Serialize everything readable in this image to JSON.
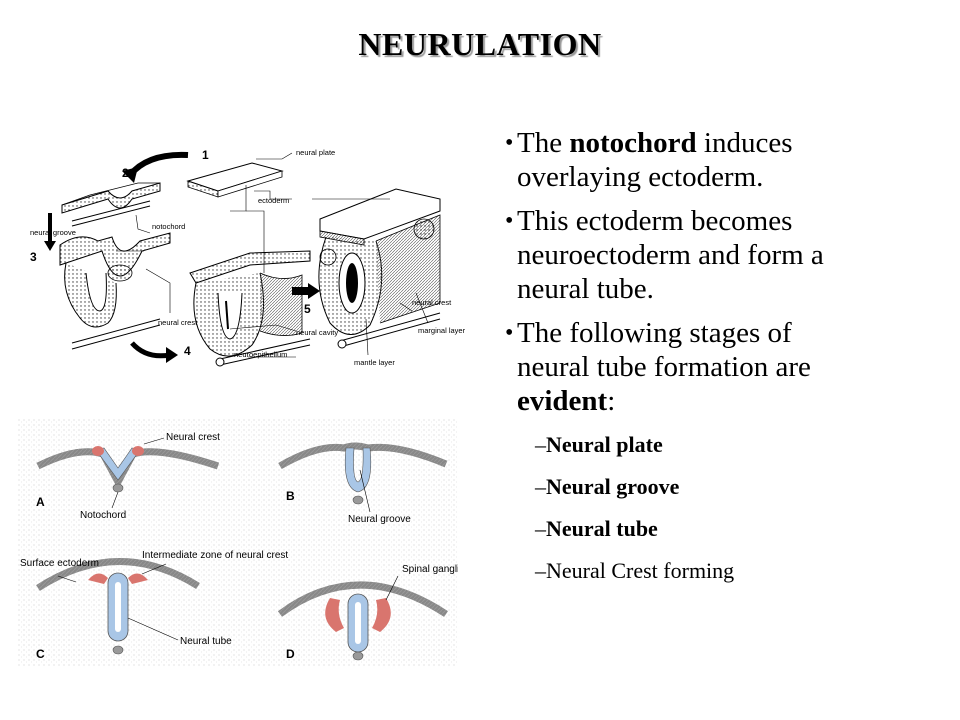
{
  "title": "NEURULATION",
  "figure_top": {
    "numbers": [
      "1",
      "2",
      "3",
      "4",
      "5"
    ],
    "labels": {
      "neural_plate": "neural plate",
      "ectoderm": "ectoderm",
      "notochord": "notochord",
      "neural_groove": "neural groove",
      "neural_crest_left": "neural crest",
      "neural_cavity": "neural cavity",
      "neuroepithelium": "neuroepithelium",
      "mantle_layer": "mantle layer",
      "neural_crest_right": "neural crest",
      "marginal_layer": "marginal layer"
    }
  },
  "figure_bottom": {
    "panels": {
      "a": {
        "letter": "A",
        "label_crest": "Neural crest",
        "label_notochord": "Notochord"
      },
      "b": {
        "letter": "B",
        "label_groove": "Neural groove"
      },
      "c": {
        "letter": "C",
        "label_surface": "Surface ectoderm",
        "label_zone": "Intermediate zone of neural crest",
        "label_tube": "Neural tube"
      },
      "d": {
        "letter": "D",
        "label_ganglion": "Spinal ganglion"
      }
    }
  },
  "bullets": {
    "b1_pre": "The ",
    "b1_bold": "notochord",
    "b1_post": " induces",
    "b1_line2": "overlaying ectoderm.",
    "b2_line1": "This ectoderm becomes",
    "b2_line2": "neuroectoderm and form a",
    "b2_line3": "neural tube.",
    "b3_line1": "The following stages of",
    "b3_line2": "neural tube formation are",
    "b3_bold": "evident",
    "b3_colon": ":",
    "sub1": "Neural plate",
    "sub2": "Neural groove",
    "sub3": "Neural tube",
    "sub4": "Neural Crest forming",
    "dash": "–",
    "bullet_char": "•"
  },
  "colors": {
    "neural_blue": "#a9c6e6",
    "crest_red": "#d9756e",
    "ectoderm_gray": "#c8c8c8"
  }
}
